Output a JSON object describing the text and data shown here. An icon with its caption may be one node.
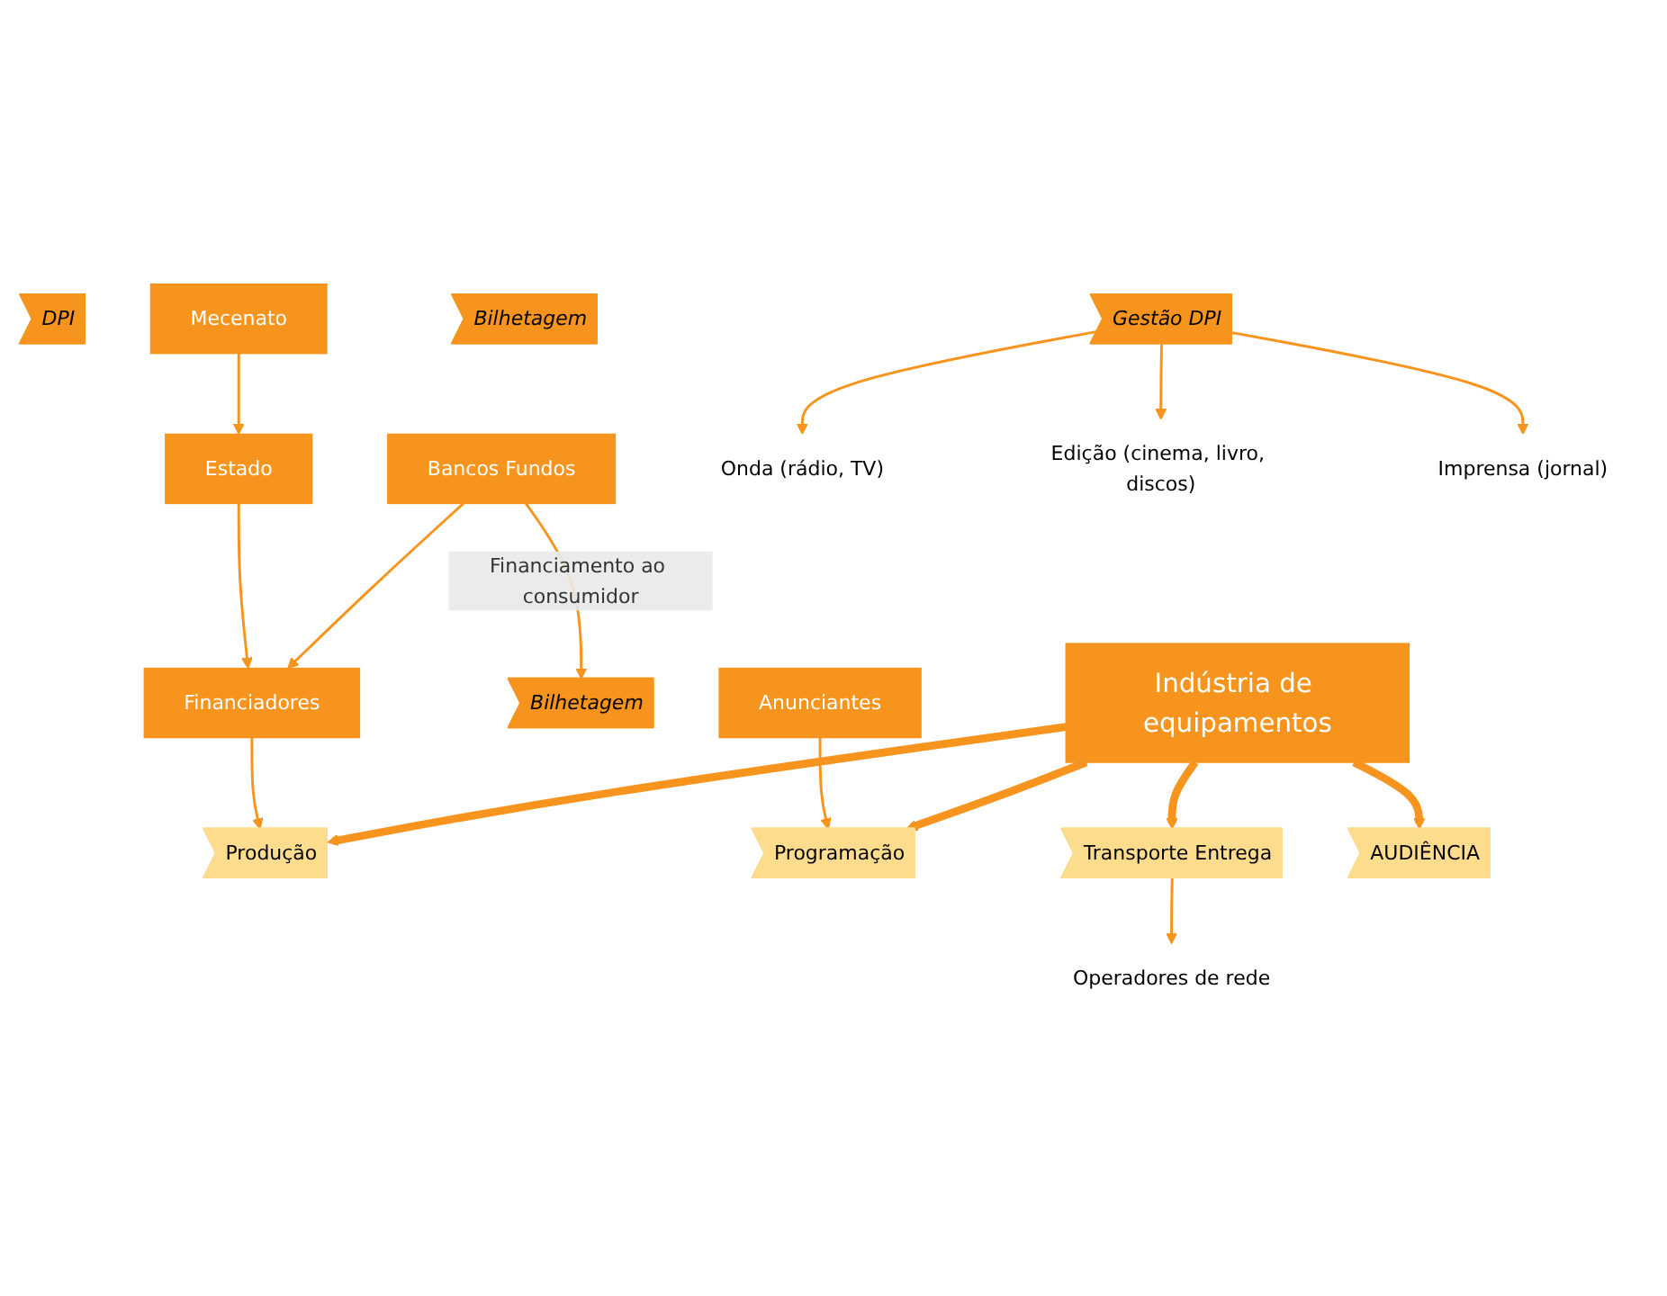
{
  "diagram": {
    "nodes": [
      {
        "text": [
          "Indústria de equipamentos"
        ]
      },
      {
        "text": [
          "Produção"
        ]
      },
      {
        "text": [
          "DPI"
        ]
      },
      {
        "text": [
          "Programação"
        ]
      },
      {
        "text": [
          "Gestão DPI"
        ]
      },
      {
        "text": [
          "Transporte Entrega"
        ]
      },
      {
        "text": [
          "Bilhetagem"
        ]
      },
      {
        "text": [
          "AUDIÊNCIA"
        ]
      },
      {
        "text": [
          "Bilhetagem"
        ]
      },
      {
        "text": [
          "Financiadores"
        ]
      },
      {
        "text": [
          "Bancos Fundos"
        ]
      },
      {
        "text": [
          "Estado"
        ]
      },
      {
        "text": [
          "Mecenato"
        ]
      },
      {
        "text": [
          "Anunciantes"
        ]
      },
      {
        "text": [
          "Operadores de rede"
        ]
      },
      {
        "text": [
          "Onda (rádio, TV)"
        ]
      },
      {
        "text": [
          "Edição (cinema, livro, discos)"
        ]
      },
      {
        "text": [
          "Imprensa (jornal)"
        ]
      }
    ],
    "edges": [
      {
        "from": 0,
        "to": 1,
        "arrow": "to",
        "style": "thick"
      },
      {
        "from": 0,
        "to": 3,
        "arrow": "to",
        "style": "thick"
      },
      {
        "from": 0,
        "to": 5,
        "arrow": "to",
        "style": "thick"
      },
      {
        "from": 0,
        "to": 7,
        "arrow": "to",
        "style": "thick"
      },
      {
        "from": 9,
        "to": 1,
        "arrow": "to"
      },
      {
        "from": 10,
        "to": 9,
        "arrow": "to"
      },
      {
        "from": 11,
        "to": 9,
        "arrow": "to"
      },
      {
        "from": 12,
        "to": 11,
        "arrow": "to"
      },
      {
        "from": 13,
        "to": 3,
        "arrow": "to"
      },
      {
        "from": 5,
        "to": 14,
        "arrow": "to"
      },
      {
        "from": 4,
        "to": 15,
        "arrow": "to"
      },
      {
        "from": 4,
        "to": 16,
        "arrow": "to"
      },
      {
        "from": 4,
        "to": 17,
        "arrow": "to"
      },
      {
        "from": 10,
        "to": 8,
        "arrow": "to",
        "label": "Financiamento ao consumidor"
      }
    ]
  }
}
